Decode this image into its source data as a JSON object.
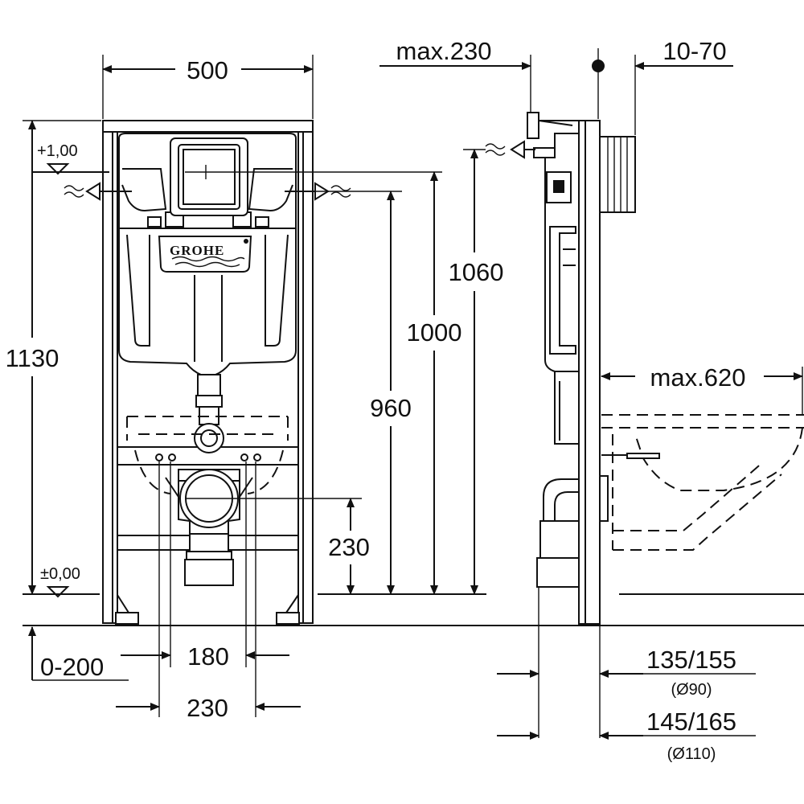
{
  "brand": {
    "logo_text": "GROHE"
  },
  "levels": {
    "top": "+1,00",
    "floor": "±0,00"
  },
  "front_view": {
    "width": "500",
    "total_height": "1130",
    "height_1000": "1000",
    "height_960": "960",
    "drain_height": "230",
    "adjust_range": "0-200",
    "bolt_spacing": "180",
    "drain_width": "230"
  },
  "side_view": {
    "max_depth_top": "max.230",
    "wall_offset": "10-70",
    "height_1060": "1060",
    "bowl_projection": "max.620",
    "depth_small": "135/155",
    "pipe_small": "(Ø90)",
    "depth_large": "145/165",
    "pipe_large": "(Ø110)"
  }
}
